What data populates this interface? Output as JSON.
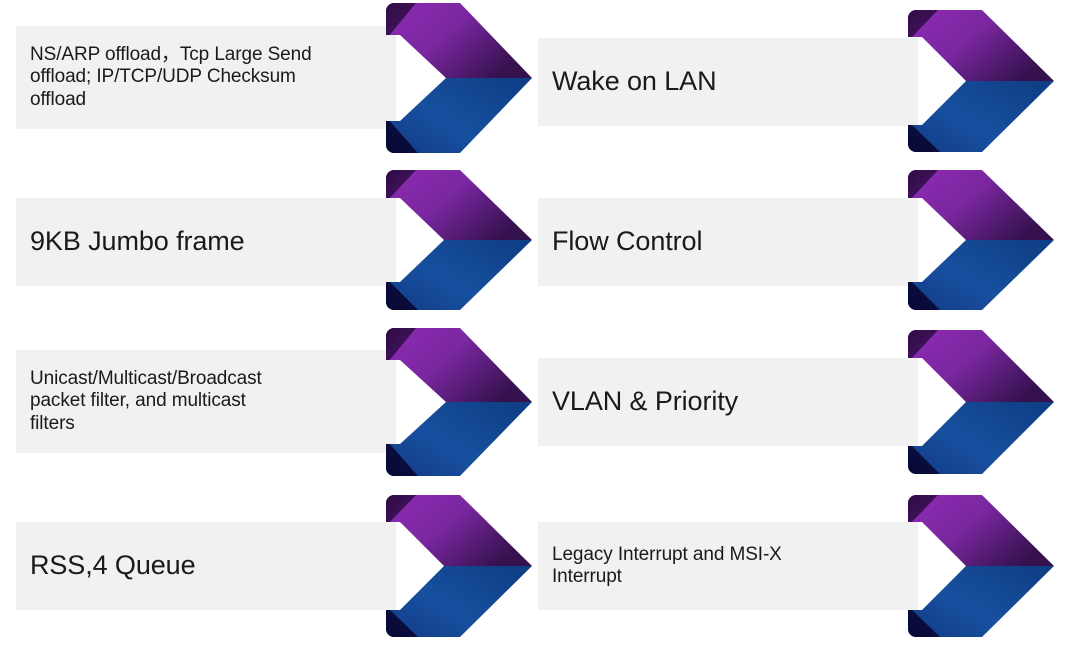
{
  "slide": {
    "title": "Network controller feature chevrons",
    "background_color": "#ffffff",
    "box_color": "#f1f1f1",
    "text_color": "#1a1a1a",
    "arrow_top_color_light": "#8a2bb0",
    "arrow_top_color_dark": "#3d1155",
    "arrow_bottom_color_light": "#1a50a8",
    "arrow_bottom_color_dark": "#0a0a4a"
  },
  "columns": [
    {
      "name": "left-column",
      "items": [
        {
          "id": "ns-arp-offload",
          "text": "NS/ARP offload，Tcp Large Send\noffload; IP/TCP/UDP Checksum\noffload",
          "size": "size-sm"
        },
        {
          "id": "jumbo-frame",
          "text": "9KB Jumbo frame",
          "size": "size-lg"
        },
        {
          "id": "packet-filter",
          "text": "Unicast/Multicast/Broadcast\npacket filter, and multicast\nfilters",
          "size": "size-sm"
        },
        {
          "id": "rss-queue",
          "text": "RSS,4 Queue",
          "size": "size-lg"
        }
      ]
    },
    {
      "name": "right-column",
      "items": [
        {
          "id": "wake-on-lan",
          "text": "Wake on LAN",
          "size": "size-lg"
        },
        {
          "id": "flow-control",
          "text": "Flow Control",
          "size": "size-lg"
        },
        {
          "id": "vlan-priority",
          "text": "VLAN & Priority",
          "size": "size-lg"
        },
        {
          "id": "legacy-msix-interrupt",
          "text": "Legacy Interrupt and MSI-X\nInterrupt",
          "size": "size-sm"
        }
      ]
    }
  ]
}
